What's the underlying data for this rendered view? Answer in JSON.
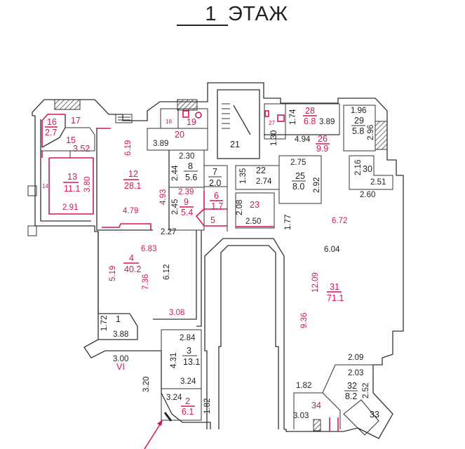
{
  "title": {
    "number": "1",
    "text": "ЭТАЖ"
  },
  "rooms": [
    {
      "id": "1",
      "area": null
    },
    {
      "id": "2",
      "area": "6.1"
    },
    {
      "id": "3",
      "area": "13.1"
    },
    {
      "id": "4",
      "area": "40.2"
    },
    {
      "id": "5",
      "area": null
    },
    {
      "id": "6",
      "area": "1.7"
    },
    {
      "id": "7",
      "area": "2.0"
    },
    {
      "id": "8",
      "area": "5.6"
    },
    {
      "id": "9",
      "area": "5.4"
    },
    {
      "id": "12",
      "area": "28.1"
    },
    {
      "id": "13",
      "area": "11.1"
    },
    {
      "id": "14",
      "area": null
    },
    {
      "id": "15",
      "area": null
    },
    {
      "id": "16",
      "area": "2.7"
    },
    {
      "id": "17",
      "area": null
    },
    {
      "id": "18",
      "area": null
    },
    {
      "id": "19",
      "area": null
    },
    {
      "id": "20",
      "area": null
    },
    {
      "id": "21",
      "area": null
    },
    {
      "id": "22",
      "area": null
    },
    {
      "id": "23",
      "area": null
    },
    {
      "id": "25",
      "area": "8.0"
    },
    {
      "id": "26",
      "area": "9.9"
    },
    {
      "id": "27",
      "area": null
    },
    {
      "id": "28",
      "area": "6.8"
    },
    {
      "id": "29",
      "area": "5.8"
    },
    {
      "id": "30",
      "area": null
    },
    {
      "id": "31",
      "area": "71.1"
    },
    {
      "id": "32",
      "area": "8.2"
    },
    {
      "id": "33",
      "area": null
    },
    {
      "id": "34",
      "area": null
    }
  ],
  "dimensions": {
    "d_3_52": "3.52",
    "d_3_80": "3.80",
    "d_2_91": "2.91",
    "d_6_19": "6.19",
    "d_4_93": "4.93",
    "d_4_79": "4.79",
    "d_3_89a": "3.89",
    "d_2_30": "2.30",
    "d_2_44": "2.44",
    "d_2_39": "2.39",
    "d_2_45": "2.45",
    "d_2_27": "2.27",
    "d_1_35": "1.35",
    "d_2_74": "2.74",
    "d_2_08": "2.08",
    "d_2_50": "2.50",
    "d_1_30": "1.30",
    "d_4_94": "4.94",
    "d_1_74": "1.74",
    "d_3_89b": "3.89",
    "d_2_75": "2.75",
    "d_2_92": "2.92",
    "d_1_77": "1.77",
    "d_1_96": "1.96",
    "d_2_96": "2.96",
    "d_2_16": "2.16",
    "d_2_51": "2.51",
    "d_2_60": "2.60",
    "d_6_72": "6.72",
    "d_6_04": "6.04",
    "d_12_09": "12.09",
    "d_9_36": "9.36",
    "d_6_83": "6.83",
    "d_5_19": "5.19",
    "d_7_36": "7.36",
    "d_6_12": "6.12",
    "d_3_08": "3.08",
    "d_1_72": "1.72",
    "d_3_88": "3.88",
    "d_3_00": "3.00",
    "d_2_84": "2.84",
    "d_4_31": "4.31",
    "d_3_24a": "3.24",
    "d_3_20": "3.20",
    "d_3_24b": "3.24",
    "d_1_82a": "1.82",
    "d_2_09": "2.09",
    "d_2_03": "2.03",
    "d_2_52": "2.52",
    "d_1_82b": "1.82",
    "d_3_03": "3.03"
  },
  "annotations": {
    "entrance_mark": "VI"
  },
  "colors": {
    "highlight": "#d5174f",
    "walls": "#333333"
  }
}
